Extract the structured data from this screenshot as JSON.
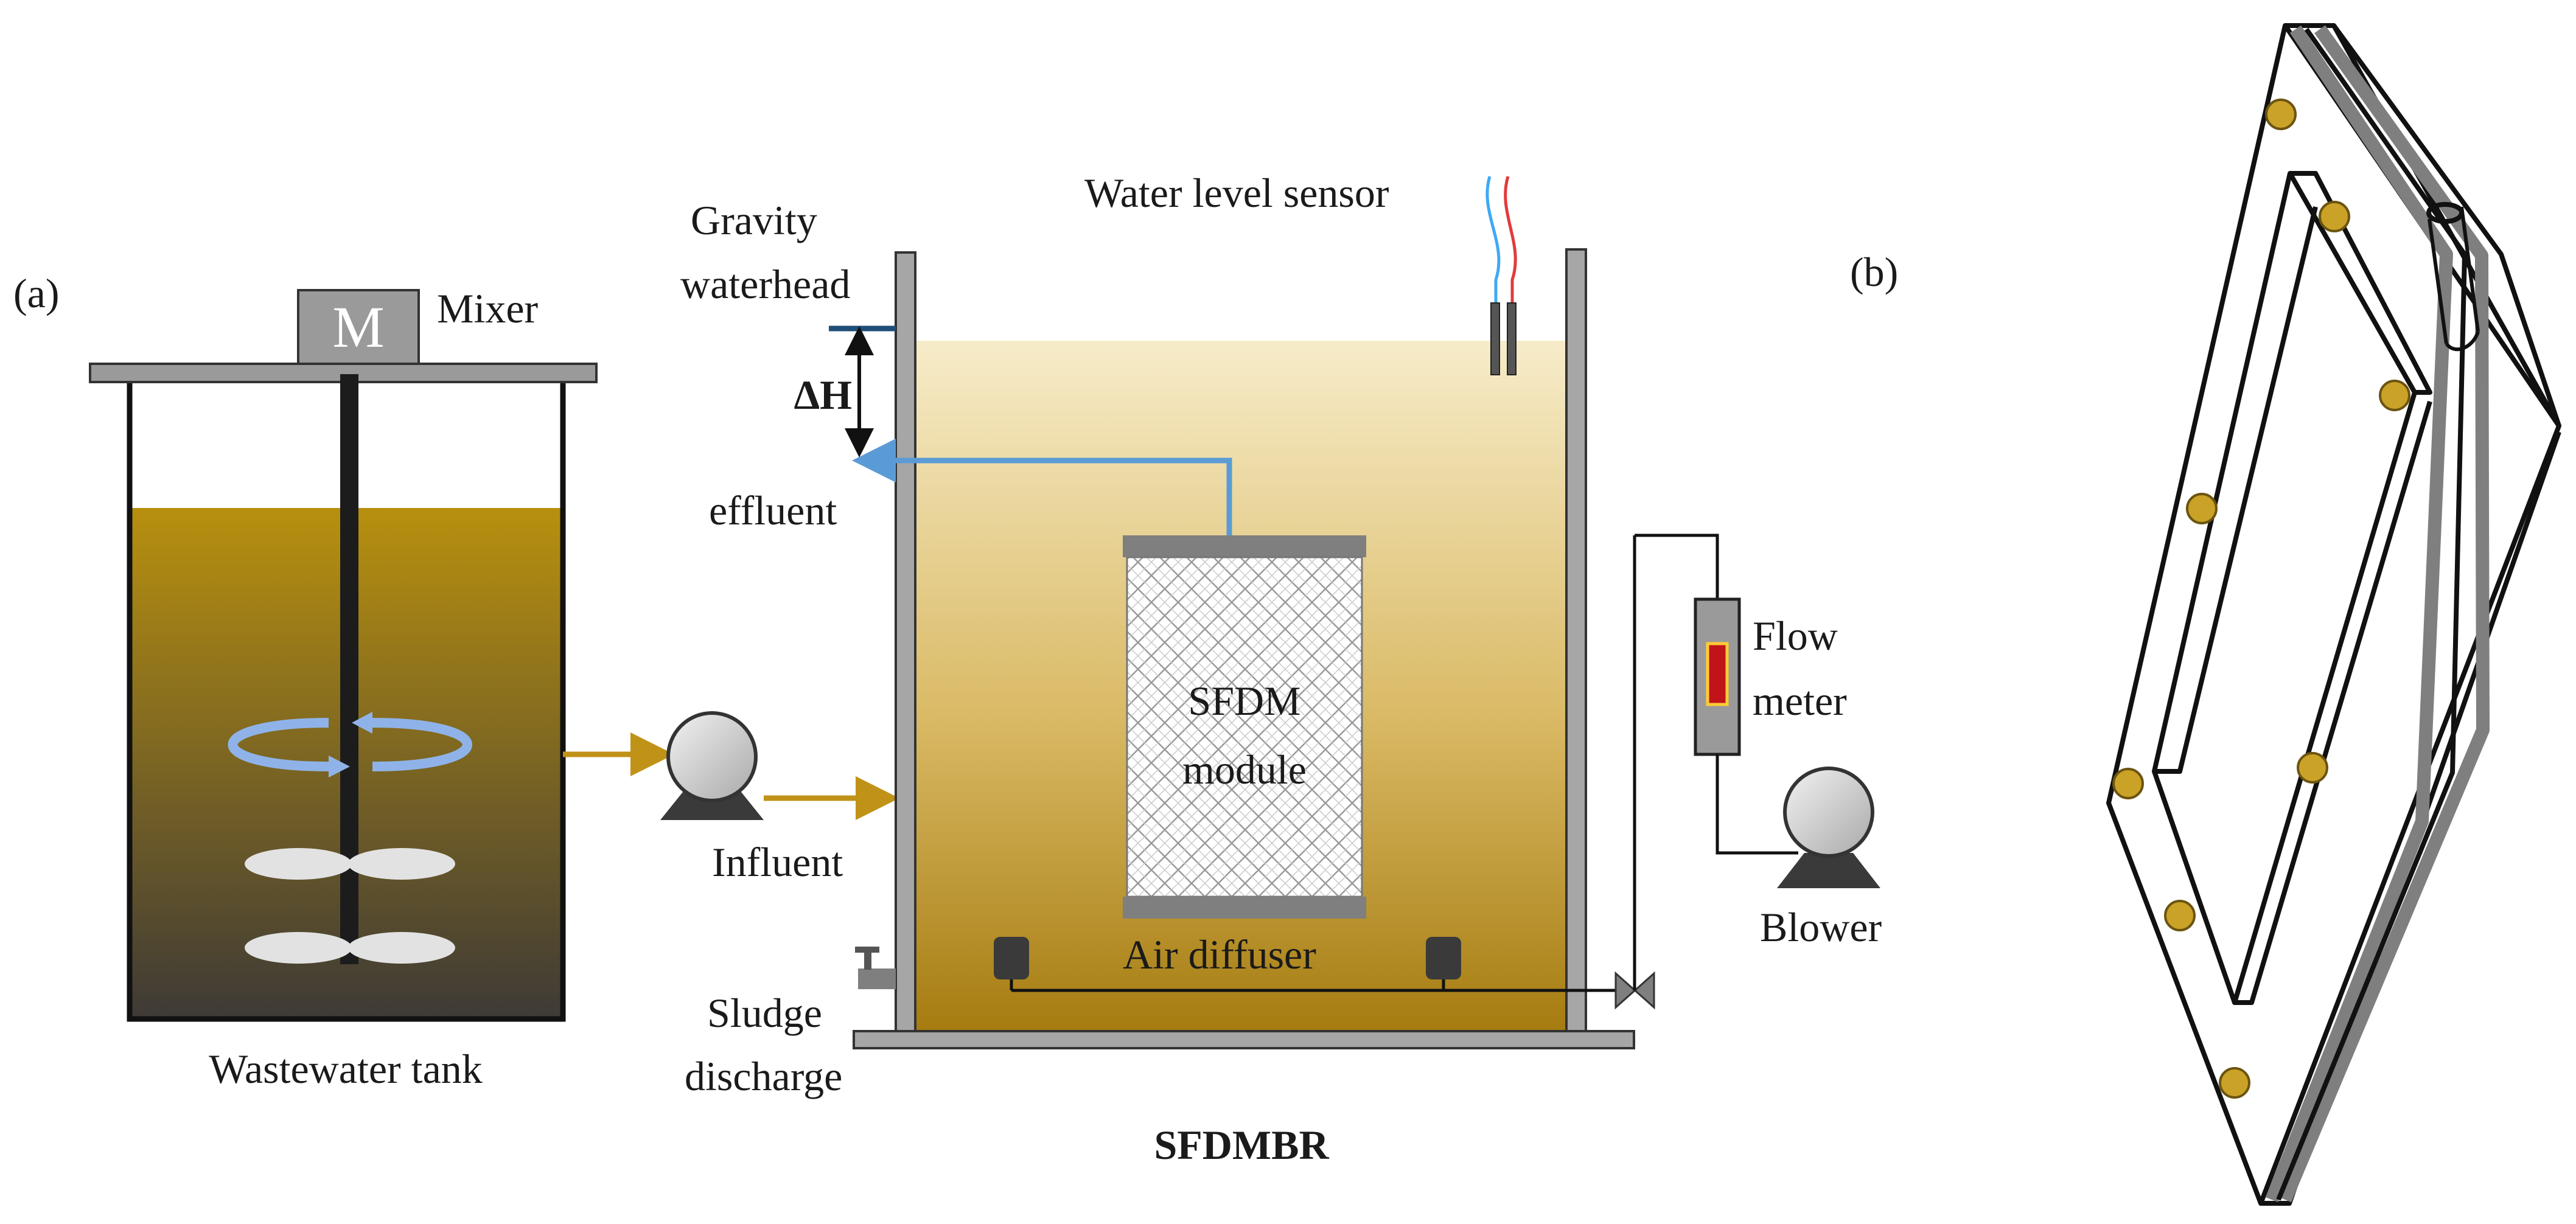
{
  "panels": {
    "a": "(a)",
    "b": "(b)"
  },
  "tank": {
    "mixer_symbol": "M",
    "mixer_label": "Mixer",
    "label": "Wastewater tank"
  },
  "reactor": {
    "title": "SFDMBR",
    "gravity_line1": "Gravity",
    "gravity_line2": "waterhead",
    "delta_h": "ΔH",
    "effluent": "effluent",
    "influent": "Influent",
    "sensor": "Water level sensor",
    "module_line1": "SFDM",
    "module_line2": "module",
    "air_diffuser": "Air diffuser",
    "sludge_line1": "Sludge",
    "sludge_line2": "discharge"
  },
  "aeration": {
    "flow_line1": "Flow",
    "flow_line2": "meter",
    "blower": "Blower"
  },
  "colors": {
    "sludge_top": "#b8900f",
    "sludge_bottom": "#3e3a36",
    "reactor_top": "#f7ecc9",
    "reactor_bottom": "#a67c10",
    "effluent_line": "#5b9bd5",
    "influent_line": "#c09217",
    "bolt": "#c9a227",
    "wall": "#a6a6a6"
  }
}
